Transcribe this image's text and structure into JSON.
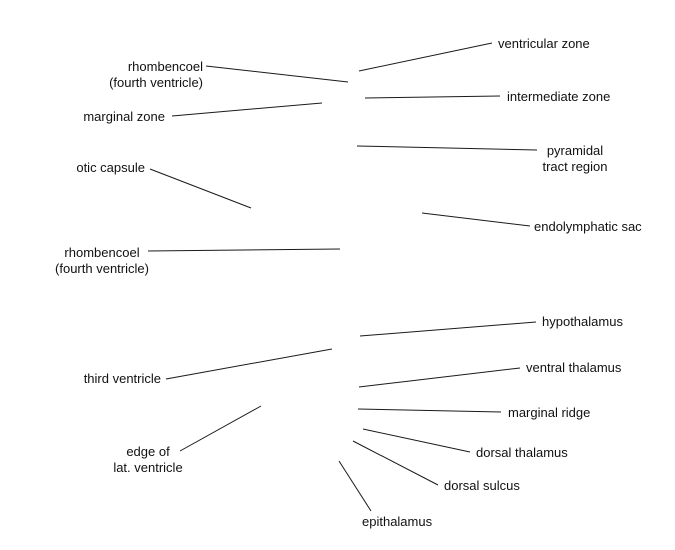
{
  "colors": {
    "line": "#1a1a1a",
    "text": "#111111",
    "background": "#ffffff"
  },
  "labels": {
    "rhombencoel_upper": "rhombencoel\n(fourth ventricle)",
    "ventricular_zone": "ventricular zone",
    "marginal_zone": "marginal zone",
    "intermediate_zone": "intermediate zone",
    "otic_capsule": "otic capsule",
    "pyramidal_tract_region": "pyramidal\ntract region",
    "endolymphatic_sac": "endolymphatic sac",
    "rhombencoel_lower": "rhombencoel\n(fourth ventricle)",
    "hypothalamus": "hypothalamus",
    "third_ventricle": "third ventricle",
    "ventral_thalamus": "ventral thalamus",
    "marginal_ridge": "marginal ridge",
    "edge_lat_ventricle": "edge of\nlat. ventricle",
    "dorsal_thalamus": "dorsal thalamus",
    "dorsal_sulcus": "dorsal sulcus",
    "epithalamus": "epithalamus"
  }
}
